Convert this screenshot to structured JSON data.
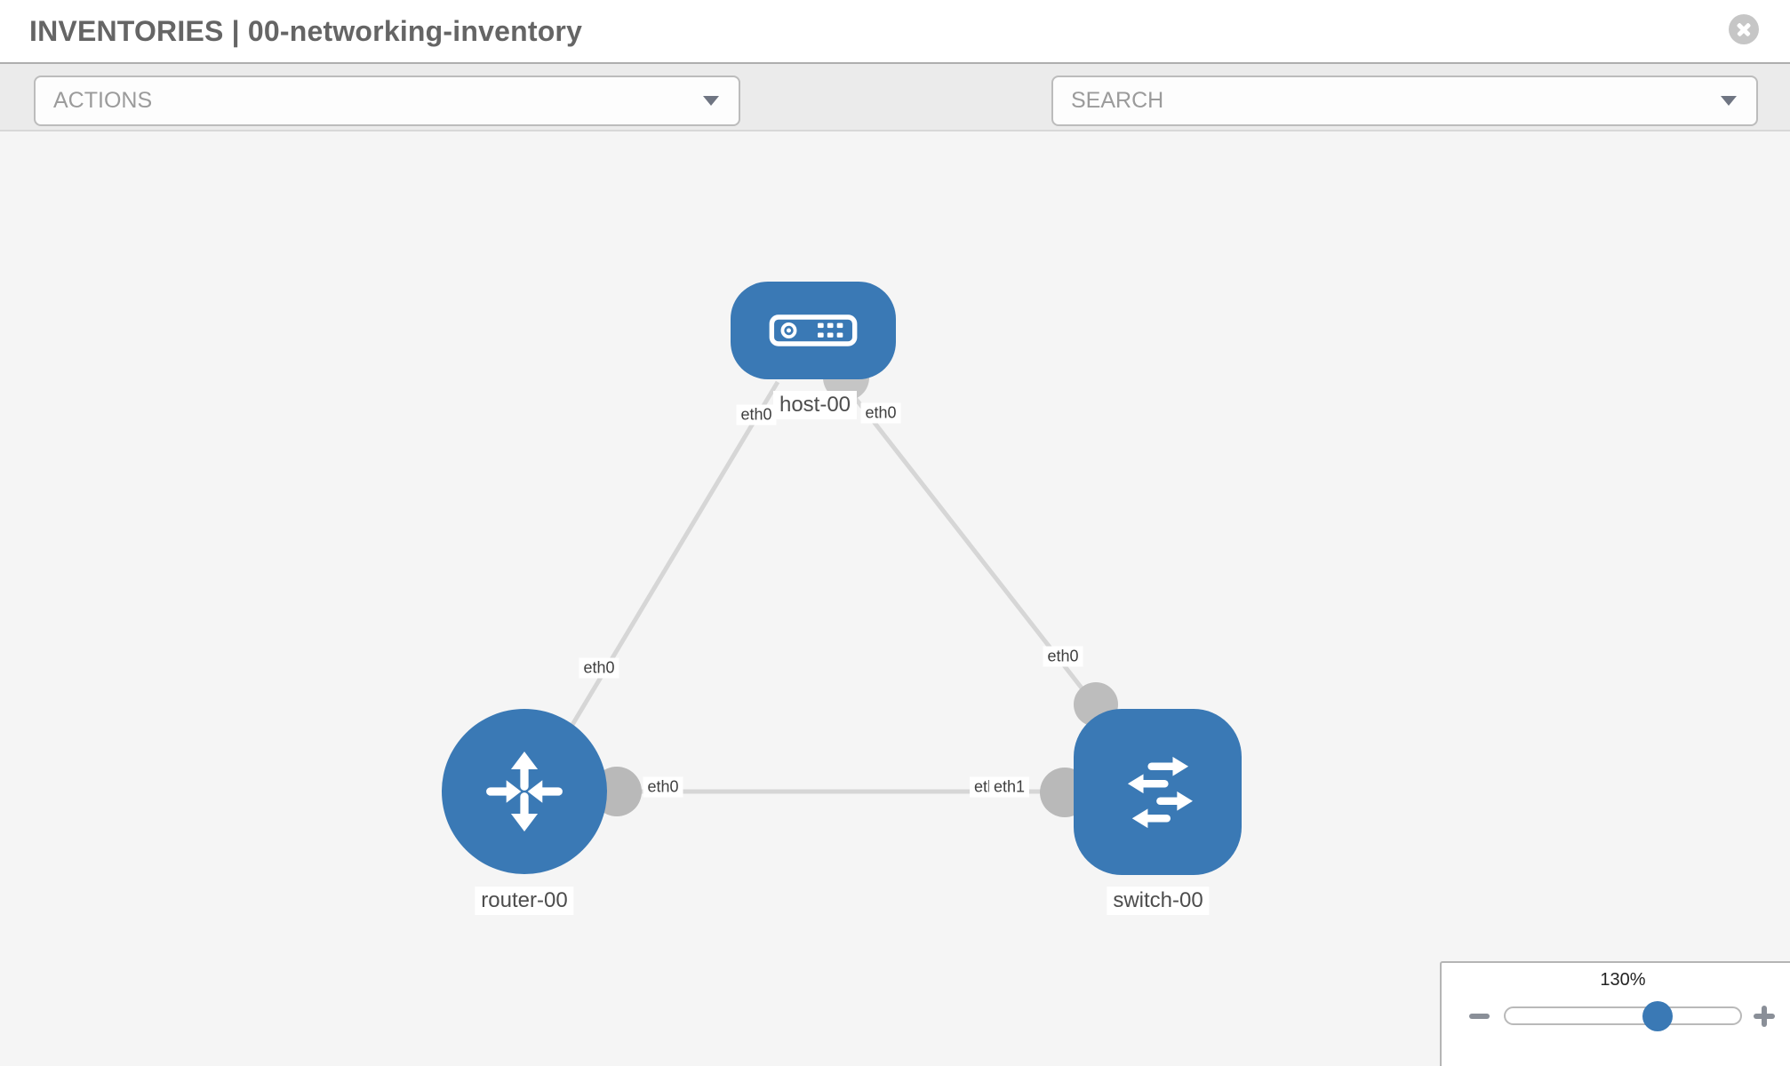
{
  "header": {
    "title": "INVENTORIES | 00-networking-inventory",
    "close_icon": "close-icon"
  },
  "toolbar": {
    "actions_label": "ACTIONS",
    "search_label": "SEARCH",
    "icons": [
      "wrench-icon",
      "key-icon"
    ]
  },
  "canvas": {
    "nodes": [
      {
        "label": "host-00",
        "type": "host"
      },
      {
        "label": "router-00",
        "type": "router"
      },
      {
        "label": "switch-00",
        "type": "switch"
      }
    ],
    "links": [
      {
        "from": "host-00",
        "to": "router-00",
        "from_interface": "eth0",
        "to_interface": "eth0"
      },
      {
        "from": "host-00",
        "to": "switch-00",
        "from_interface": "eth0",
        "to_interface": "eth0"
      },
      {
        "from": "router-00",
        "to": "switch-00",
        "from_interface": "eth0",
        "to_interface": "eth1"
      }
    ],
    "iface_labels": {
      "host_left": "eth0",
      "host_right": "eth0",
      "router_top": "eth0",
      "switch_top": "eth0",
      "mid_router_side": "eth0",
      "mid_switch_back": "eth0",
      "mid_switch_front": "eth1"
    }
  },
  "zoom_control": {
    "level": "130%"
  },
  "colors": {
    "node_blue": "#3a79b5",
    "link_gray": "#d6d6d6",
    "port_gray": "#b9b9b9",
    "toolbar_icon_gray": "#87909c",
    "canvas_bg": "#f5f5f5"
  }
}
